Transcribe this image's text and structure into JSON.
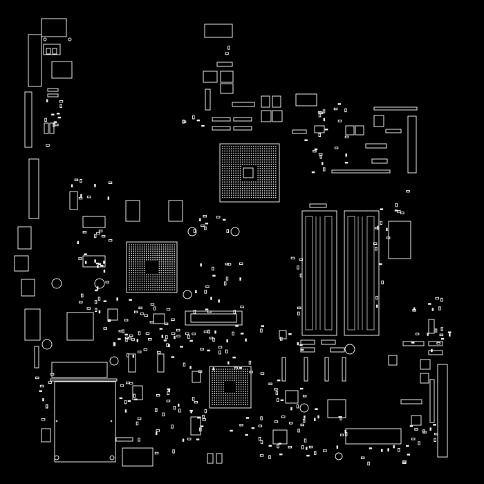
{
  "colors": {
    "background": "#000000",
    "outline": "#e8e8e8"
  },
  "components": {
    "cpu_socket": "bga-grid",
    "northbridge": "bga-grid",
    "southbridge": "bga-grid",
    "memory_slots": 2
  }
}
